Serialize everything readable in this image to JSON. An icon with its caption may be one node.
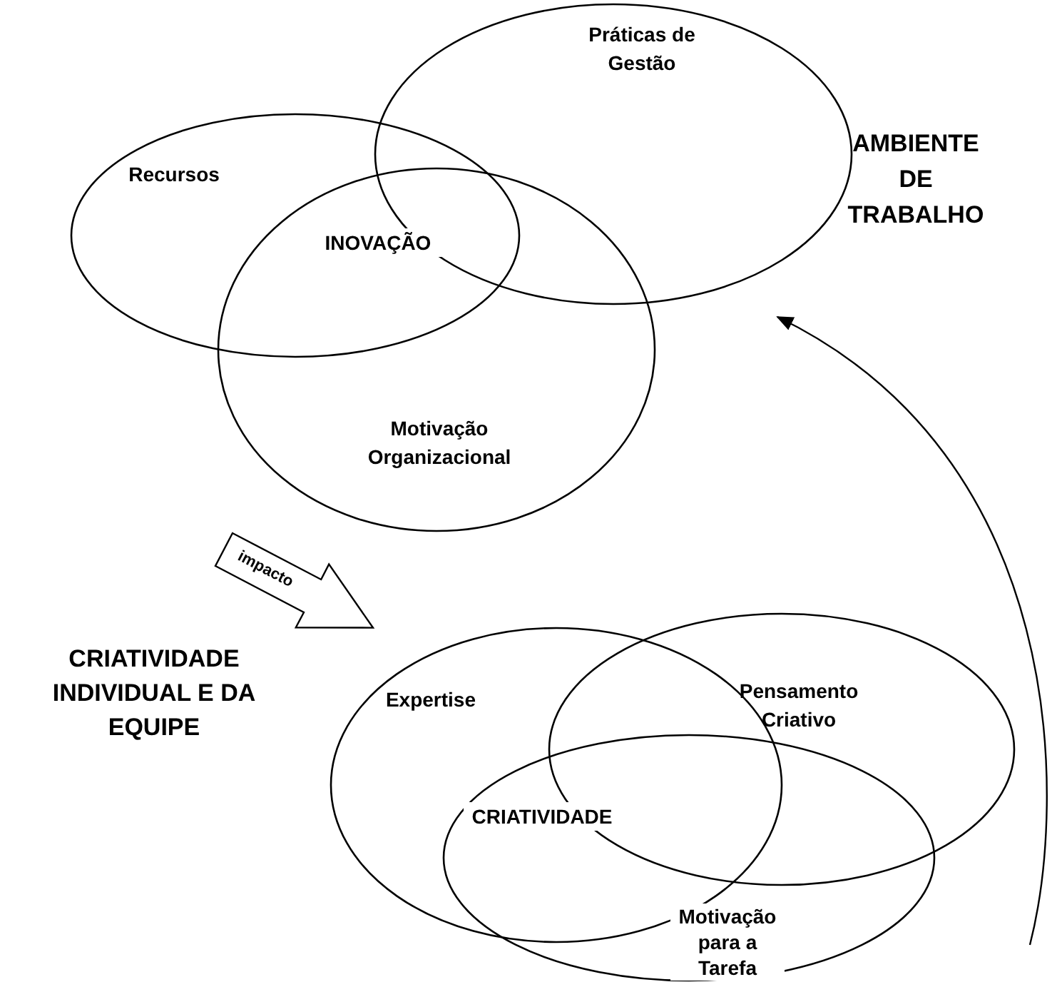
{
  "diagram": {
    "nodes": [
      {
        "text": [
          "Recursos"
        ]
      },
      {
        "text": [
          "Práticas de Gestão"
        ]
      },
      {
        "text": [
          "Motivação Organizacional"
        ]
      },
      {
        "text": [
          "AMBIENTE DE TRABALHO"
        ]
      },
      {
        "text": [
          "Expertise"
        ]
      },
      {
        "text": [
          "Pensamento Criativo"
        ]
      },
      {
        "text": [
          "Motivação para a Tarefa"
        ]
      }
    ],
    "edges": [
      {
        "from": 2,
        "to": 4,
        "arrow": "to",
        "label": "impacto",
        "style": "thick"
      },
      {
        "from": null,
        "to": 3,
        "arrow": "to"
      }
    ],
    "labels": [
      "INOVAÇÃO",
      "CRIATIVIDADE INDIVIDUAL E DA EQUIPE",
      "CRIATIVIDADE"
    ]
  }
}
